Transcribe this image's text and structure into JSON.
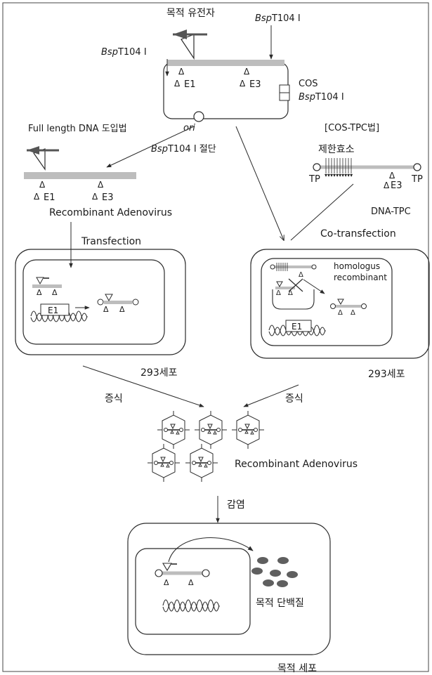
{
  "labels": {
    "target_gene": "목적 유전자",
    "bsp_italic": "Bsp",
    "bsp_suffix": "T104 I",
    "e1": "E1",
    "e3": "E3",
    "cos": "COS",
    "ori": "ori",
    "full_length_method": "Full length DNA 도입법",
    "bsp_cut_suffix": "T104 I 절단",
    "cos_tpc_method": "[COS-TPC법]",
    "restriction_enzyme": "제한효소",
    "tp": "TP",
    "dna_tpc": "DNA-TPC",
    "recombinant_adenovirus": "Recombinant Adenovirus",
    "transfection": "Transfection",
    "co_transfection": "Co-transfection",
    "homologus": "homologus",
    "recombinant": "recombinant",
    "cell_293": "293세포",
    "propagation": "증식",
    "infection": "감염",
    "target_protein": "목적 단백질",
    "target_cell": "목적 세포"
  },
  "colors": {
    "line": "#2b2b2b",
    "dna_bar": "#bdbdbd",
    "protein": "#5f5f5f",
    "arrow_gene": "#555555"
  }
}
